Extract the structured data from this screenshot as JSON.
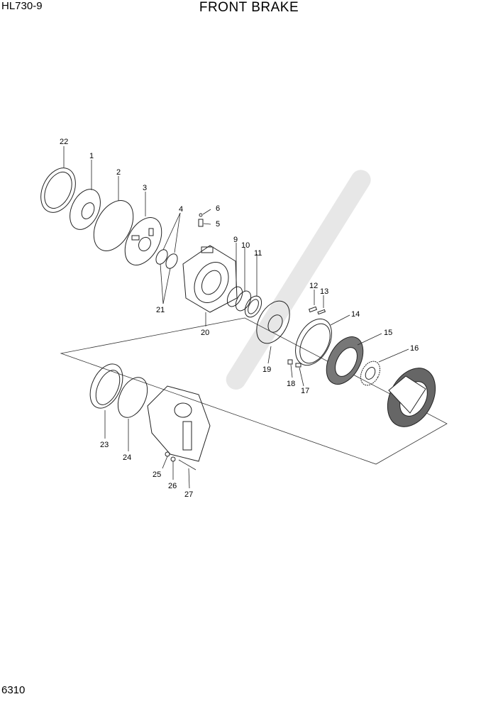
{
  "header": {
    "model": "HL730-9",
    "title": "FRONT BRAKE"
  },
  "footer": {
    "page_number": "6310"
  },
  "callouts": [
    "22",
    "1",
    "2",
    "3",
    "4",
    "6",
    "5",
    "9",
    "10",
    "11",
    "12",
    "13",
    "14",
    "15",
    "16",
    "21",
    "20",
    "19",
    "18",
    "17",
    "23",
    "24",
    "25",
    "26",
    "27"
  ]
}
